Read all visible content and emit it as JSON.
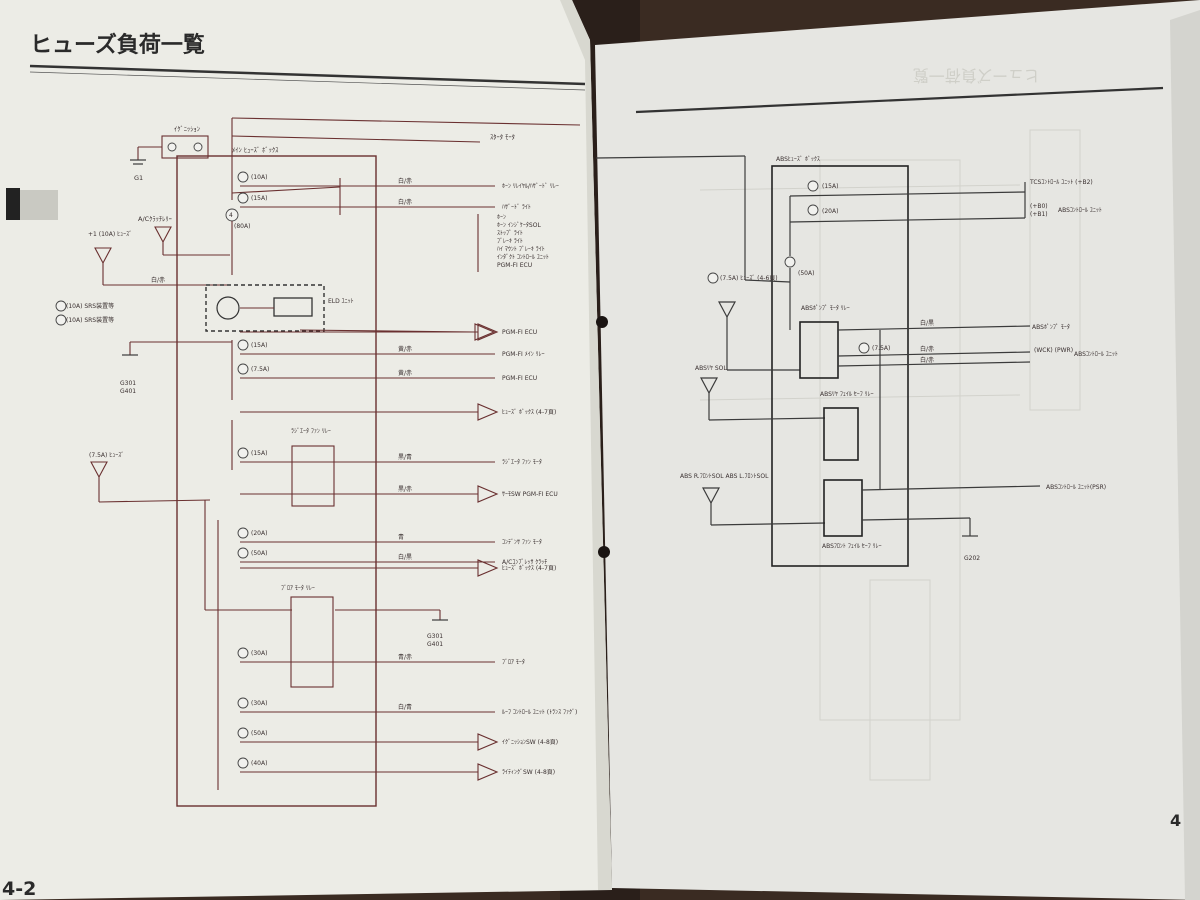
{
  "left_page": {
    "title": "ヒューズ負荷一覧",
    "page_number": "4-2",
    "ground_top": "G1",
    "ignition_switch": "ｲｸﾞﾆｯｼｮﾝ",
    "ac_relay": "A/Cｸﾗｯﾁﾚﾘｰ",
    "fuse_box_label": "ﾒｲﾝ ﾋｭｰｽﾞ ﾎﾞｯｸｽ",
    "starter_label": "ｽﾀｰﾀ ﾓｰﾀ",
    "fuse_4": "(80A)",
    "left_fuse_label": "+1 (10A) ﾋｭｰｽﾞ",
    "srs_lines": [
      "(10A) SRS装置等",
      "(10A) SRS装置等"
    ],
    "eld_label": "ELD ﾕﾆｯﾄ",
    "ground_mid": [
      "G301",
      "G401"
    ],
    "fuse_left_low": "(7.5A) ﾋｭｰｽﾞ",
    "radiator_relay": "ﾗｼﾞｴｰﾀ ﾌｧﾝ ﾘﾚｰ",
    "blower_relay": "ﾌﾞﾛｱ ﾓｰﾀ ﾘﾚｰ",
    "ground_bottom": [
      "G301",
      "G401"
    ],
    "circuits": [
      {
        "id": "c1",
        "fuse": "(10A)",
        "wire": "白/赤",
        "dest": "ﾎｰﾝ ﾘﾚｲﾔﾙ/ﾊｻﾞｰﾄﾞ ﾘﾚｰ"
      },
      {
        "id": "c2",
        "fuse": "(15A)",
        "wire": "白/赤",
        "dest": "ﾊｻﾞｰﾄﾞ ﾗｲﾄ"
      },
      {
        "id": "c3",
        "fuse": "",
        "wire": "",
        "dest": "PGM-FI ECU"
      },
      {
        "id": "c4",
        "fuse": "(15A)",
        "wire": "黄/赤",
        "dest": "PGM-FI ﾒｲﾝ ﾘﾚｰ"
      },
      {
        "id": "c5",
        "fuse": "(7.5A)",
        "wire": "黄/赤",
        "dest": "PGM-FI ECU"
      },
      {
        "id": "c6",
        "fuse": "",
        "wire": "",
        "dest": "ﾋｭｰｽﾞ ﾎﾞｯｸｽ (4-7頁)"
      },
      {
        "id": "c7",
        "fuse": "(15A)",
        "wire": "黒/青",
        "dest": "ﾗｼﾞｴｰﾀ ﾌｧﾝ ﾓｰﾀ"
      },
      {
        "id": "c8",
        "fuse": "",
        "wire": "黒/赤",
        "dest": "ｻｰﾓSW PGM-FI ECU"
      },
      {
        "id": "c9",
        "fuse": "(20A)",
        "wire": "青",
        "dest": "ｺﾝﾃﾞﾝｻ ﾌｧﾝ ﾓｰﾀ"
      },
      {
        "id": "c10",
        "fuse": "(50A)",
        "wire": "白/黒",
        "dest": "A/Cｺﾝﾌﾟﾚｯｻ ｸﾗｯﾁ"
      },
      {
        "id": "c11",
        "fuse": "",
        "wire": "",
        "dest": "ﾋｭｰｽﾞ ﾎﾞｯｸｽ (4-7頁)"
      },
      {
        "id": "c12",
        "fuse": "(30A)",
        "wire": "青/赤",
        "dest": "ﾌﾞﾛｱ ﾓｰﾀ"
      },
      {
        "id": "c13",
        "fuse": "(30A)",
        "wire": "白/青",
        "dest": "ﾙｰﾌ ｺﾝﾄﾛｰﾙ ﾕﾆｯﾄ (ﾄﾗﾝｽ ﾌｧｸﾞ)"
      },
      {
        "id": "c14",
        "fuse": "(50A)",
        "wire": "",
        "dest": "ｲｸﾞﾆｯｼｮﾝSW (4-8頁)"
      },
      {
        "id": "c15",
        "fuse": "(40A)",
        "wire": "",
        "dest": "ﾗｲﾃｨﾝｸﾞSW (4-8頁)"
      }
    ],
    "right_group": [
      "ﾎｰﾝ",
      "ﾎｰﾝ ｲﾝｼﾞｹｰﾀSOL",
      "ｽﾄｯﾌﾟ ﾗｲﾄ",
      "ﾌﾞﾚｰｷ ﾗｲﾄ",
      "ﾊｲ ﾏｳﾝﾄ ﾌﾞﾚｰｷ ﾗｲﾄ",
      "ｲﾝﾀﾞｸﾄ ｺﾝﾄﾛｰﾙ ﾕﾆｯﾄ",
      "PGM-FI ECU"
    ]
  },
  "right_page": {
    "page_number": "4",
    "header_mirror": "ヒューズ負荷一覧",
    "abs_fuse_box": "ABSﾋｭｰｽﾞ ﾎﾞｯｸｽ",
    "fuse_top1": "(15A)",
    "fuse_top2": "(20A)",
    "fuse_main": "(50A)",
    "tcs_label": "TCSｺﾝﾄﾛｰﾙ ﾕﾆｯﾄ (+B2)",
    "b_labels": [
      "(+B0)",
      "(+B1)"
    ],
    "abs_unit_label": "ABSｺﾝﾄﾛｰﾙ ﾕﾆｯﾄ",
    "left_fuse": "(7.5A) ﾋｭｰｽﾞ (4-6頁)",
    "pump_relay": "ABSﾎﾟﾝﾌﾟ ﾓｰﾀ ﾘﾚｰ",
    "pump_motor": "ABSﾎﾟﾝﾌﾟ ﾓｰﾀ",
    "fuse_small": "(7.5A)",
    "wire_labels": [
      "白/黒",
      "白/赤",
      "白/赤"
    ],
    "wck_label": "(WCK) (PWR)",
    "abs_unit2": "ABSｺﾝﾄﾛｰﾙ ﾕﾆｯﾄ",
    "abs_sol": "ABSﾘﾔ SOL",
    "rear_relay": "ABSﾘﾔ ﾌｪｲﾙ ｾｰﾌ ﾘﾚｰ",
    "front_sol": "ABS R.ﾌﾛﾝﾄSOL ABS L.ﾌﾛﾝﾄSOL",
    "front_relay": "ABSﾌﾛﾝﾄ ﾌｪｲﾙ ｾｰﾌ ﾘﾚｰ",
    "control_psr": "ABSｺﾝﾄﾛｰﾙ ﾕﾆｯﾄ(PSR)",
    "ground": "G202"
  },
  "colors": {
    "page": "#ecece6",
    "page_right": "#e6e6e2",
    "wire": "#6a3030",
    "ink": "#2a2a2a",
    "desk": "#3a2b22"
  }
}
